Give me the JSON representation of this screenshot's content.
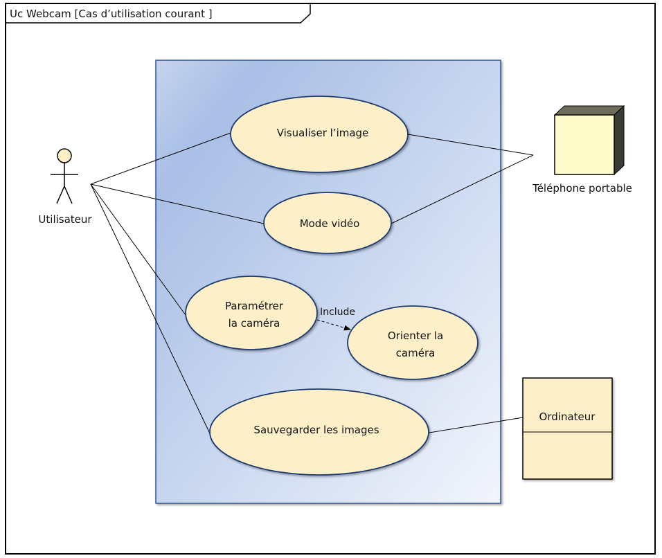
{
  "frame": {
    "label": "Uc  Webcam [Cas d’utilisation courant ]"
  },
  "actors": {
    "user": {
      "label": "Utilisateur"
    },
    "phone": {
      "label": "Téléphone portable"
    },
    "computer": {
      "label": "Ordinateur"
    }
  },
  "use_cases": {
    "visualiser": {
      "line1": "Visualiser l’image"
    },
    "mode_video": {
      "line1": "Mode vidéo"
    },
    "parametrer": {
      "line1": "Paramétrer",
      "line2": "la caméra"
    },
    "orienter": {
      "line1": "Orienter la",
      "line2": "caméra"
    },
    "sauvegarder": {
      "line1": "Sauvegarder les images"
    }
  },
  "relations": {
    "include_label": "Include"
  },
  "colors": {
    "usecase_fill": "#fdf0c8",
    "usecase_stroke": "#1f3a70",
    "system_stroke": "#2f5597",
    "system_gradient_start": "#a9bfe6",
    "system_gradient_end": "#f2f5fc",
    "phone_front": "#fffccb",
    "phone_side": "#3b3b35",
    "computer_fill": "#fdf0c8"
  }
}
